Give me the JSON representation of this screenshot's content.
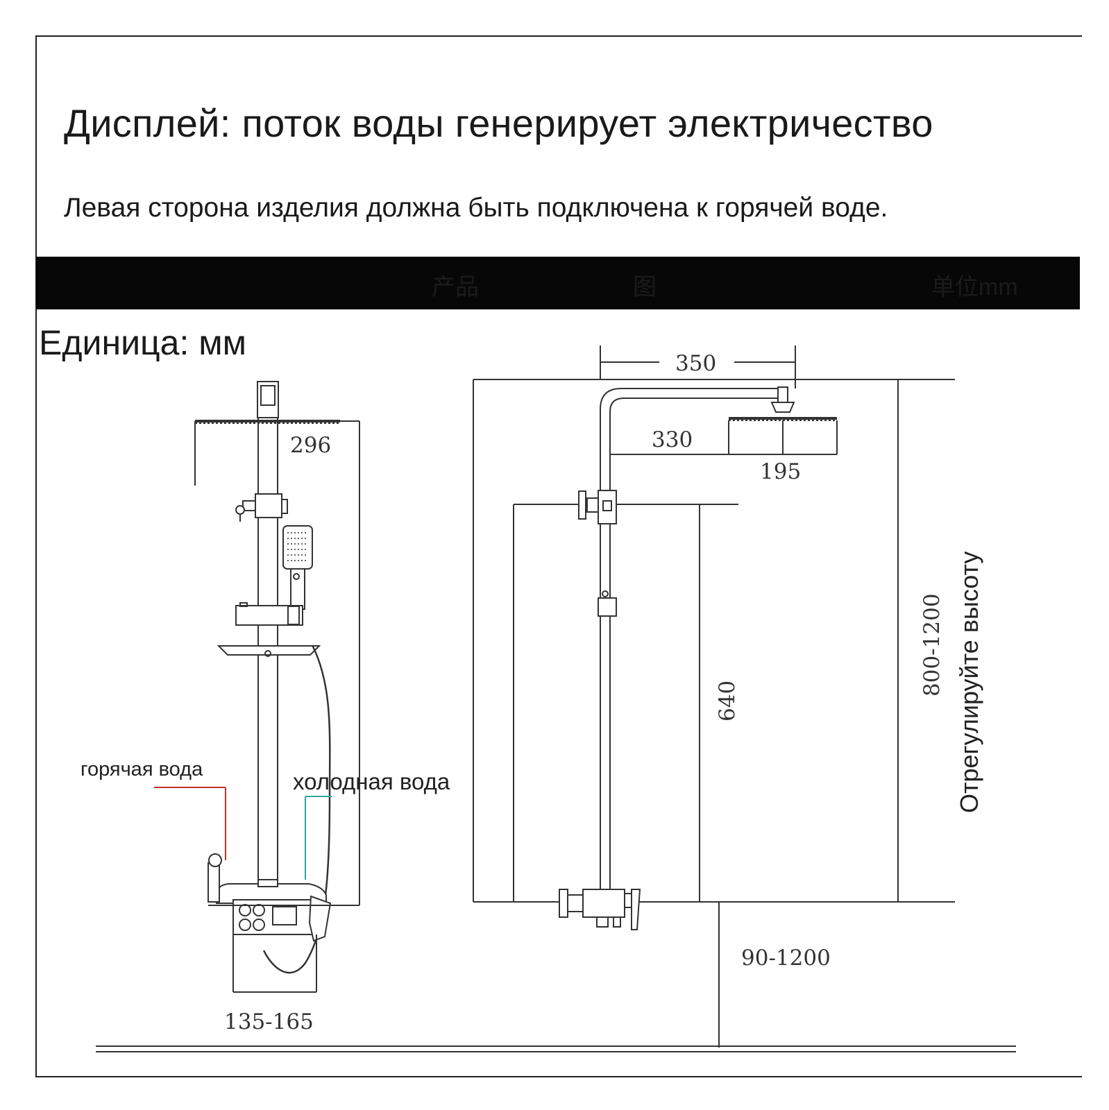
{
  "header": {
    "title": "Дисплей: поток воды генерирует электричество",
    "subtitle": "Левая сторона изделия должна быть подключена к горячей воде.",
    "band_text": [
      "产品",
      "图",
      "单位mm"
    ]
  },
  "diagram": {
    "unit_label": "Единица: мм",
    "front_view": {
      "dimensions": {
        "head_width": "296",
        "base_width": "135-165"
      },
      "labels": {
        "hot_water": "горячая вода",
        "cold_water": "холодная вода"
      }
    },
    "side_view": {
      "dimensions": {
        "arm_length": "350",
        "arm_to_head": "330",
        "head_diameter": "195",
        "mixer_to_arm": "640",
        "total_height": "800-1200",
        "floor_height": "90-1200"
      },
      "labels": {
        "adjust_height": "Отрегулируйте высоту"
      }
    }
  },
  "colors": {
    "hot_line": "#c0302b",
    "cold_line": "#2fa7a0",
    "band": "#070707",
    "line": "#333333"
  }
}
